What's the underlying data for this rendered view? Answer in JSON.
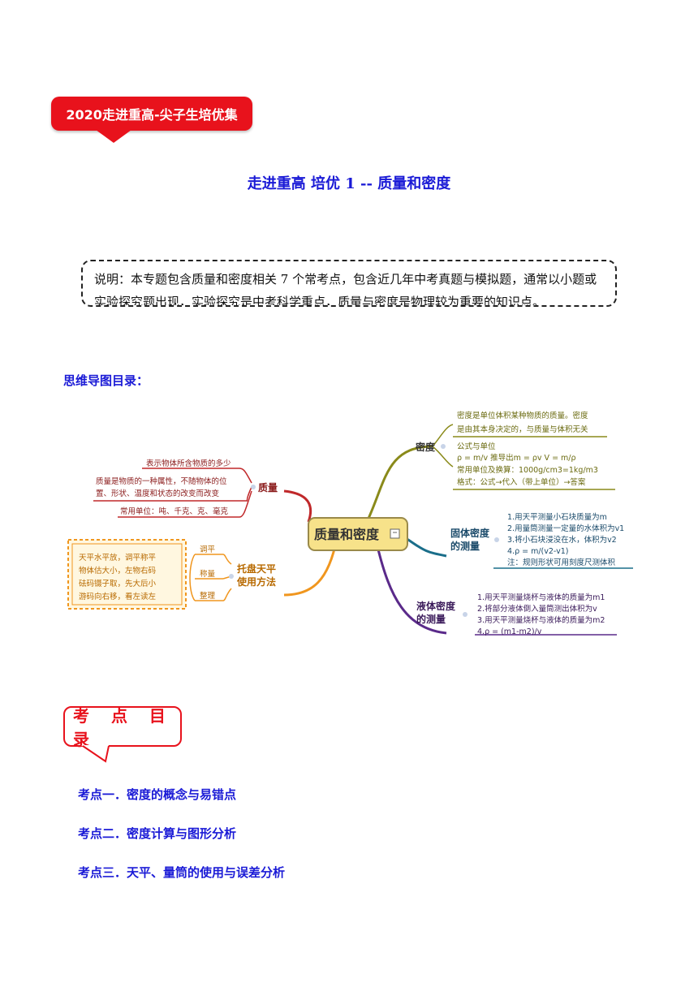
{
  "banner": {
    "text": "2020走进重高-尖子生培优集"
  },
  "title": "走进重高 培优 1 -- 质量和密度",
  "note": "说明：本专题包含质量和密度相关 7 个常考点，包含近几年中考真题与模拟题，通常以小题或实验探究题出现，实验探究是中考科学重点，质量与密度是物理较为重要的知识点。",
  "mindmap": {
    "heading": "思维导图目录：",
    "center": "质量和密度",
    "center_icon": "note-icon",
    "density": {
      "label": "密度",
      "def_line1": "密度是单位体积某种物质的质量。密度",
      "def_line2": "是由其本身决定的，与质量与体积无关",
      "formula_lines": [
        "公式与单位",
        "ρ = m/v  推导出m = ρv  V = m/ρ",
        "常用单位及换算：1000g/cm3=1kg/m3",
        "格式：公式→代入（带上单位）→答案"
      ]
    },
    "solid": {
      "label_line1": "固体密度",
      "label_line2": "的测量",
      "lines": [
        "1.用天平测量小石块质量为m",
        "2.用量筒测量一定量的水体积为v1",
        "3.将小石块浸没在水，体积为v2",
        "4.ρ = m/(v2-v1)",
        "注：规则形状可用刻度尺测体积"
      ]
    },
    "liquid": {
      "label_line1": "液体密度",
      "label_line2": "的测量",
      "lines": [
        "1.用天平测量烧杯与液体的质量为m1",
        "2.将部分液体倒入量筒测出体积为v",
        "3.用天平测量烧杯与液体的质量为m2",
        "4.ρ = (m1-m2)/v"
      ]
    },
    "mass": {
      "label": "质量",
      "def": "表示物体所含物质的多少",
      "prop_line1": "质量是物质的一种属性，不随物体的位",
      "prop_line2": "置、形状、温度和状态的改变而改变",
      "units": "常用单位：吨、千克、克、毫克"
    },
    "balance": {
      "label_line1": "托盘天平",
      "label_line2": "使用方法",
      "steps": [
        "调平",
        "称量",
        "整理"
      ],
      "rhyme": [
        "天平水平放，调平称平",
        "物体估大小，左物右码",
        "砝码镊子取，先大后小",
        "游码向右移，看左读左"
      ]
    }
  },
  "toc": {
    "box_label": "考 点 目 录",
    "items": [
      "考点一．密度的概念与易错点",
      "考点二．密度计算与图形分析",
      "考点三．天平、量筒的使用与误差分析"
    ]
  },
  "colors": {
    "accent_red": "#e8121c",
    "title_blue": "#1a1ad6",
    "density_branch": "#8a8a1a",
    "solid_branch": "#1a6e8a",
    "liquid_branch": "#5a2a8a",
    "mass_branch": "#c0282a",
    "balance_branch": "#f0961e"
  }
}
